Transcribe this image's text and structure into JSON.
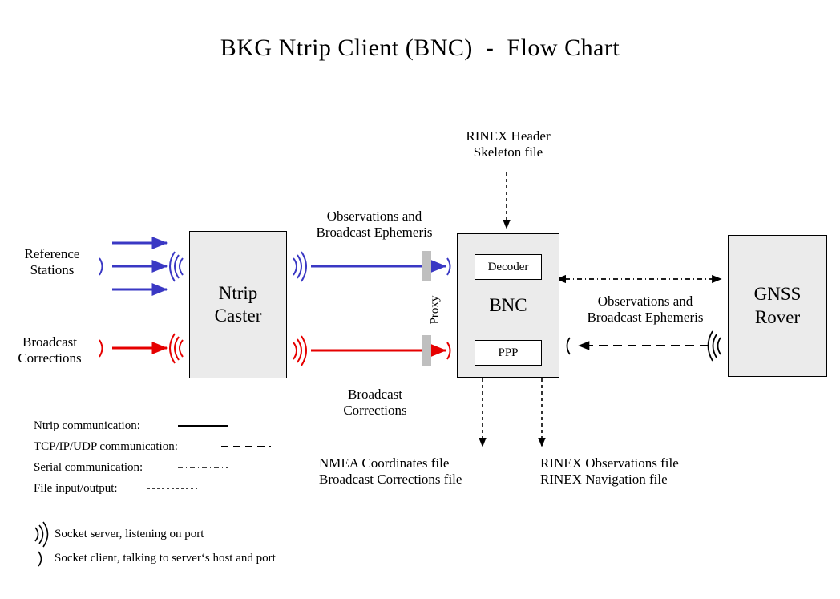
{
  "title": "BKG Ntrip Client (BNC)  -  Flow Chart",
  "nodes": {
    "ntrip_caster": "Ntrip\nCaster",
    "bnc": "BNC",
    "bnc_decoder": "Decoder",
    "bnc_ppp": "PPP",
    "gnss_rover": "GNSS\nRover"
  },
  "sources": {
    "reference_stations": "Reference\nStations",
    "broadcast_corrections": "Broadcast\nCorrections"
  },
  "labels": {
    "obs_and_eph_left": "Observations and\nBroadcast Ephemeris",
    "broadcast_corrections_mid": "Broadcast\nCorrections",
    "obs_and_eph_right": "Observations and\nBroadcast Ephemeris",
    "rinex_header": "RINEX Header\nSkeleton file",
    "proxy": "Proxy"
  },
  "outputs": {
    "nmea": "NMEA Coordinates file\nBroadcast Corrections file",
    "rinex": "RINEX Observations file\nRINEX Navigation file"
  },
  "legend": {
    "lines": [
      {
        "label": "Ntrip communication:",
        "style": "solid"
      },
      {
        "label": "TCP/IP/UDP communication:",
        "style": "long-dash"
      },
      {
        "label": "Serial communication:",
        "style": "dash-dot"
      },
      {
        "label": "File input/output:",
        "style": "fine-dot"
      }
    ],
    "sockets": [
      {
        "icon": "socket-server-icon",
        "label": "Socket server, listening on port"
      },
      {
        "icon": "socket-client-icon",
        "label": "Socket client, talking to server‘s host and port"
      }
    ]
  },
  "colors": {
    "ntrip_blue": "#3a38c4",
    "broadcast_red": "#e60000",
    "box_fill": "#ebebeb",
    "proxy_bar": "#bfbfbf",
    "stroke": "#000000"
  }
}
